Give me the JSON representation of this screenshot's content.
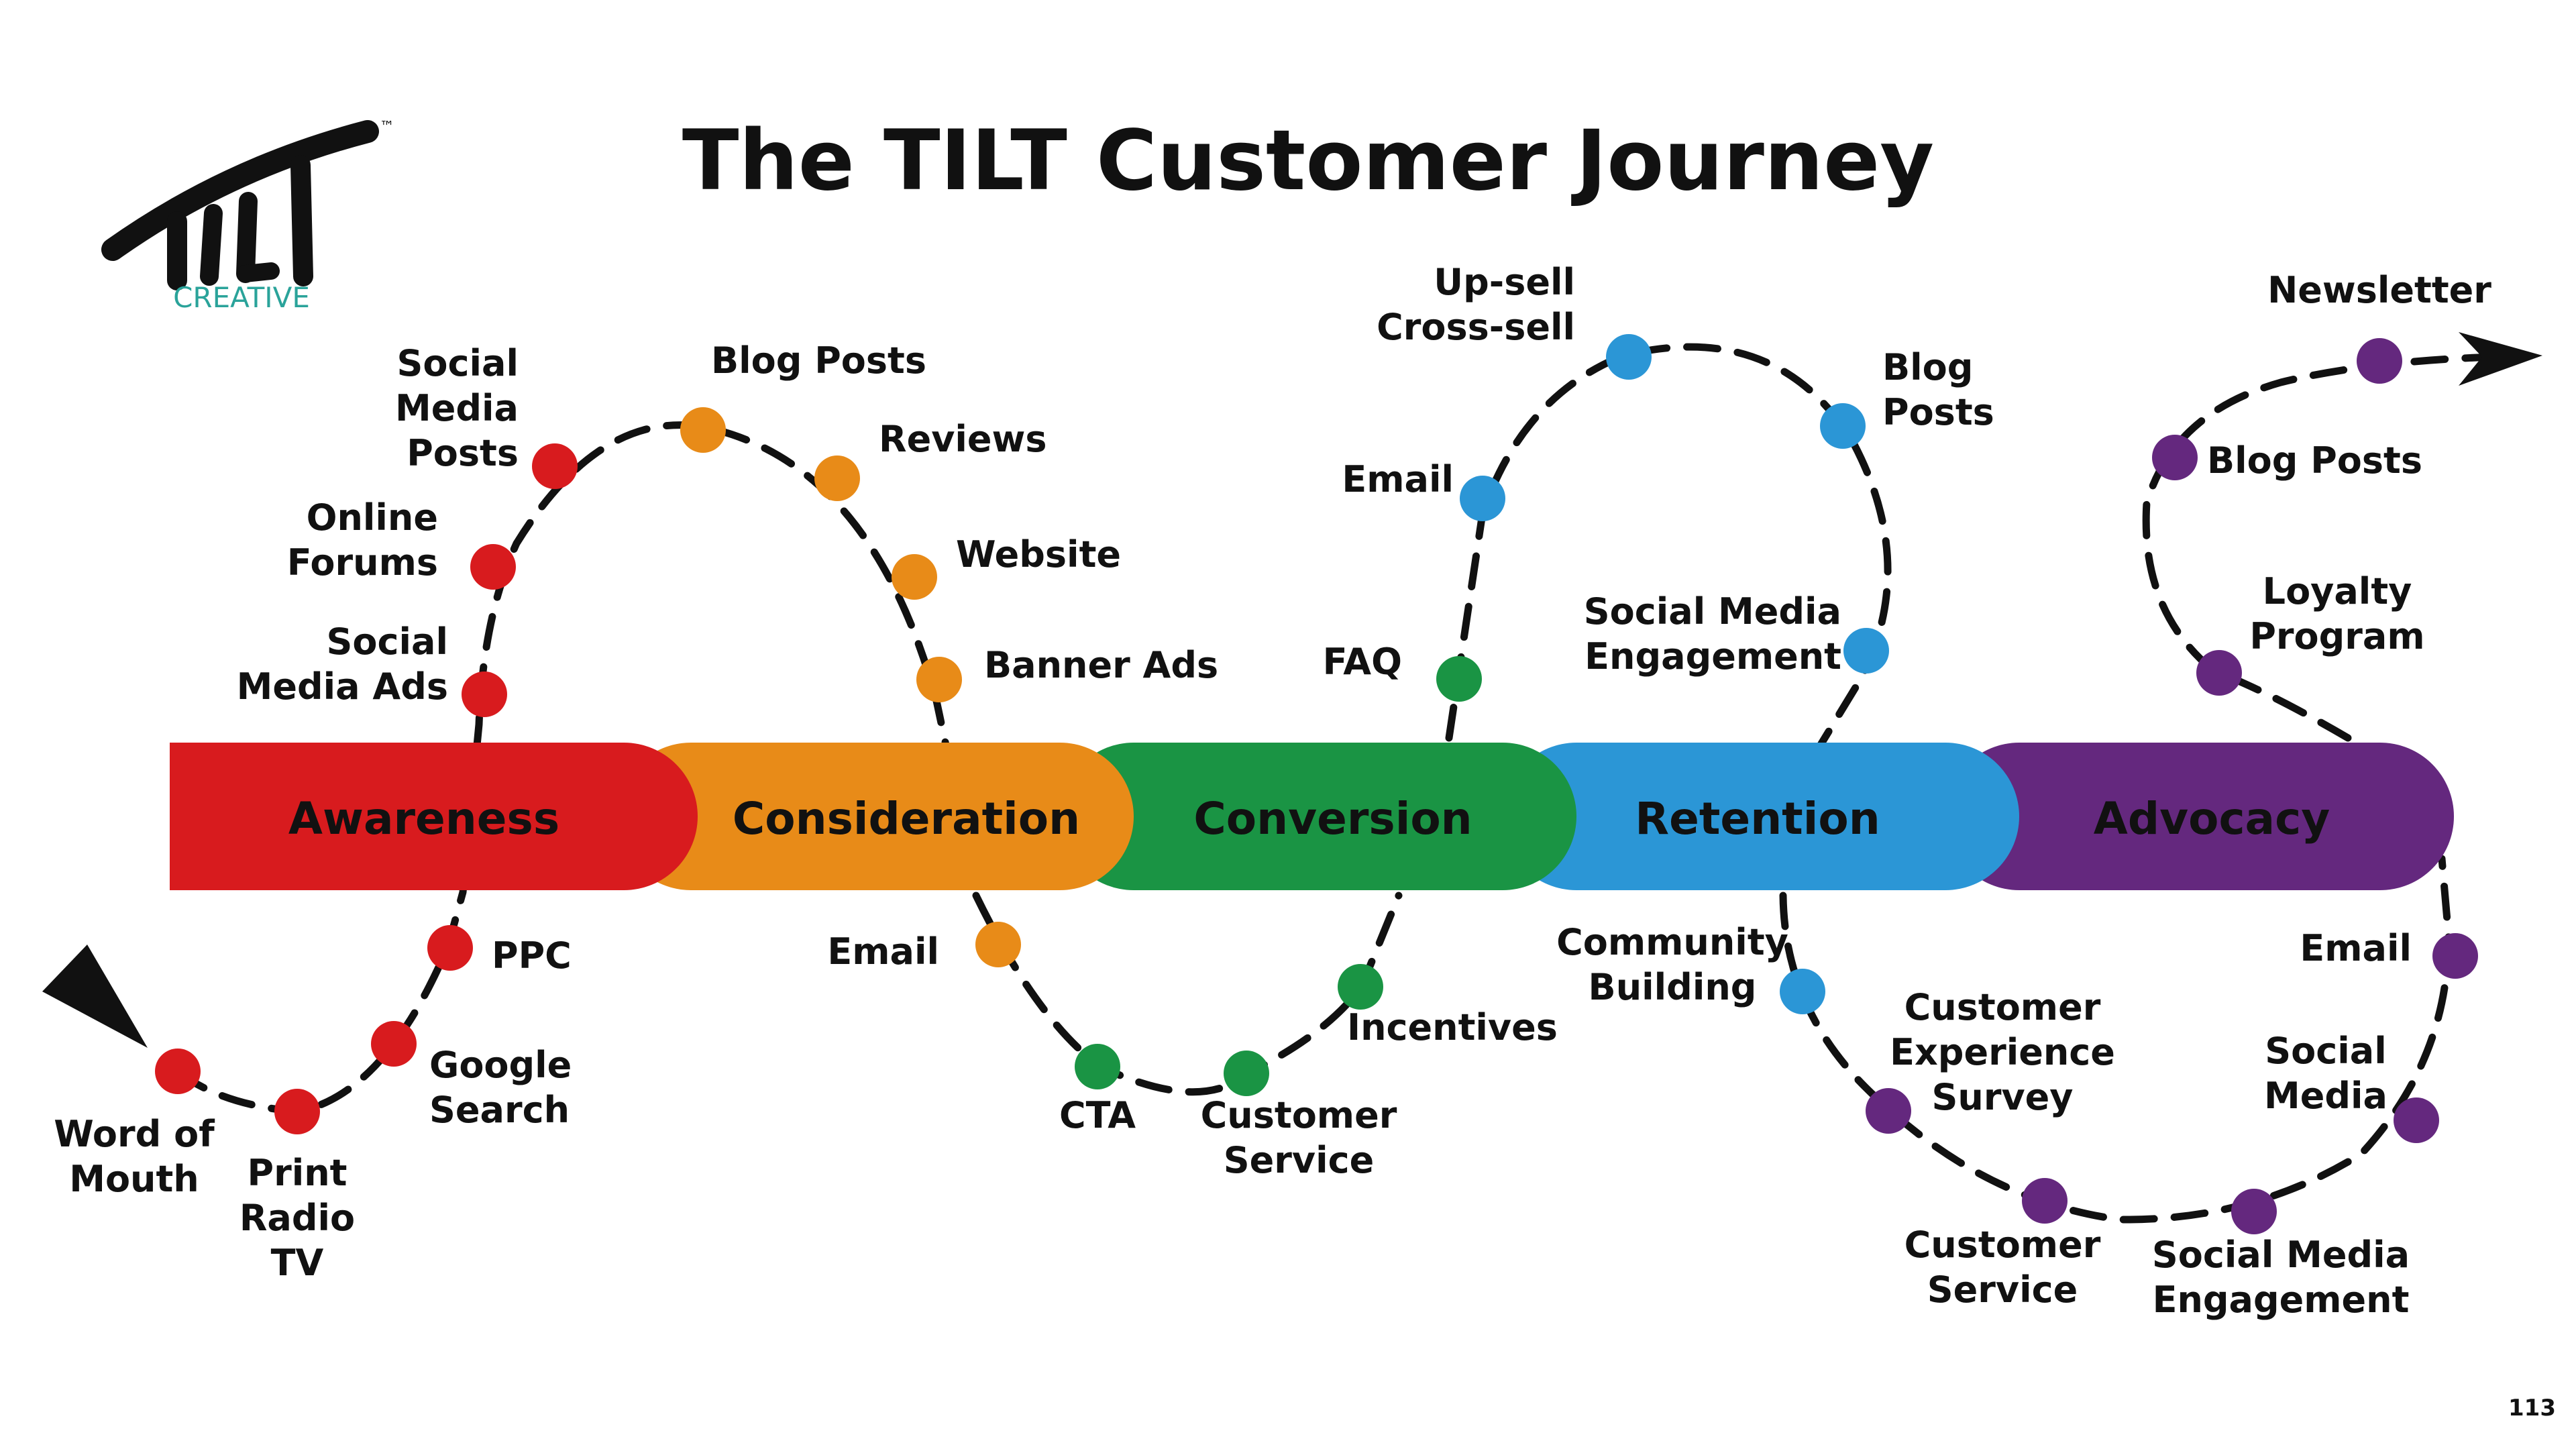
{
  "title": "The TILT Customer Journey",
  "page_number": "113",
  "logo": {
    "wordmark": "TILT",
    "tagline": "CREATIVE",
    "trademark": "™"
  },
  "colors": {
    "awareness": "#d81b1e",
    "consideration": "#e88b18",
    "conversion": "#1a9444",
    "retention": "#2b96d6",
    "advocacy": "#64287e",
    "ink": "#111111",
    "logo_teal": "#2aa39a"
  },
  "stages": [
    {
      "label": "Awareness"
    },
    {
      "label": "Consideration"
    },
    {
      "label": "Conversion"
    },
    {
      "label": "Retention"
    },
    {
      "label": "Advocacy"
    }
  ],
  "touchpoints": [
    {
      "label": "Word of\nMouth",
      "stage": "awareness"
    },
    {
      "label": "Print\nRadio\nTV",
      "stage": "awareness"
    },
    {
      "label": "Google\nSearch",
      "stage": "awareness"
    },
    {
      "label": "PPC",
      "stage": "awareness"
    },
    {
      "label": "Social\nMedia Ads",
      "stage": "awareness"
    },
    {
      "label": "Online\nForums",
      "stage": "awareness"
    },
    {
      "label": "Social\nMedia\nPosts",
      "stage": "awareness"
    },
    {
      "label": "Blog Posts",
      "stage": "consideration"
    },
    {
      "label": "Reviews",
      "stage": "consideration"
    },
    {
      "label": "Website",
      "stage": "consideration"
    },
    {
      "label": "Banner Ads",
      "stage": "consideration"
    },
    {
      "label": "Email",
      "stage": "consideration"
    },
    {
      "label": "CTA",
      "stage": "conversion"
    },
    {
      "label": "Customer\nService",
      "stage": "conversion"
    },
    {
      "label": "Incentives",
      "stage": "conversion"
    },
    {
      "label": "FAQ",
      "stage": "conversion"
    },
    {
      "label": "Email",
      "stage": "retention"
    },
    {
      "label": "Up-sell\nCross-sell",
      "stage": "retention"
    },
    {
      "label": "Blog\nPosts",
      "stage": "retention"
    },
    {
      "label": "Social Media\nEngagement",
      "stage": "retention"
    },
    {
      "label": "Community\nBuilding",
      "stage": "retention"
    },
    {
      "label": "Customer\nExperience\nSurvey",
      "stage": "advocacy"
    },
    {
      "label": "Customer\nService",
      "stage": "advocacy"
    },
    {
      "label": "Social Media\nEngagement",
      "stage": "advocacy"
    },
    {
      "label": "Social\nMedia",
      "stage": "advocacy"
    },
    {
      "label": "Email",
      "stage": "advocacy"
    },
    {
      "label": "Loyalty\nProgram",
      "stage": "advocacy"
    },
    {
      "label": "Blog Posts",
      "stage": "advocacy"
    },
    {
      "label": "Newsletter",
      "stage": "advocacy"
    }
  ]
}
